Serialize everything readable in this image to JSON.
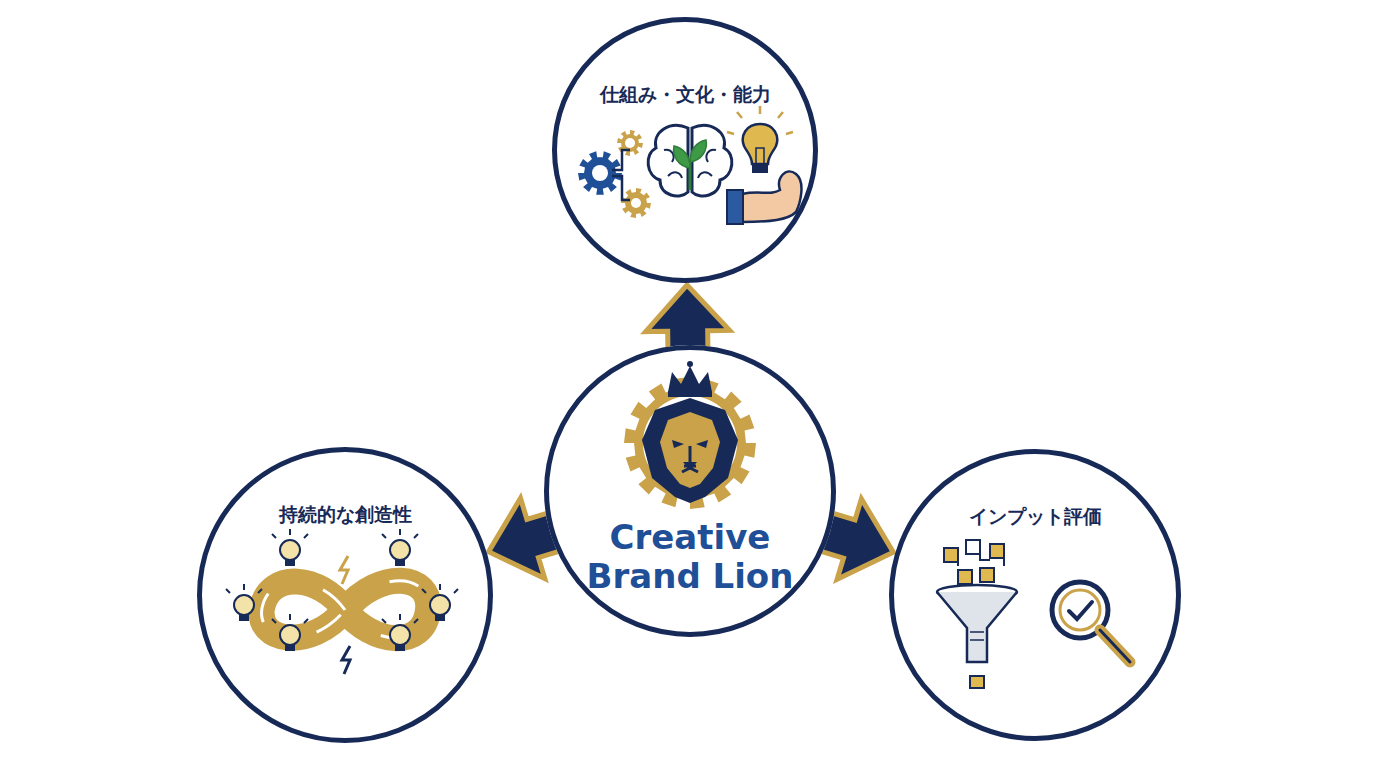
{
  "diagram": {
    "nodes": [
      {
        "text": [
          "Creative Brand Lion"
        ]
      },
      {
        "text": [
          "仕組み・文化・能力"
        ]
      },
      {
        "text": [
          "持続的な創造性"
        ]
      },
      {
        "text": [
          "インプット評価"
        ]
      }
    ],
    "edges": [
      {
        "from": 0,
        "to": 1,
        "arrow": "to"
      },
      {
        "from": 0,
        "to": 2,
        "arrow": "to"
      },
      {
        "from": 0,
        "to": 3,
        "arrow": "to"
      }
    ]
  }
}
